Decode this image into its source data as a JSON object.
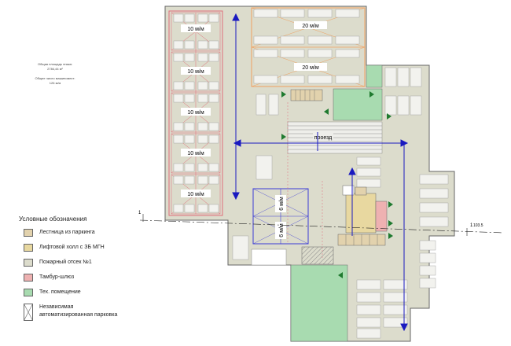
{
  "plan": {
    "zone_labels": {
      "left_1": "10 м/м",
      "left_2": "10 м/м",
      "left_3": "10 м/м",
      "left_4": "10 м/м",
      "left_5": "10 м/м",
      "top_right_1": "20 м/м",
      "top_right_2": "20 м/м",
      "blue_1": "6 м/м",
      "blue_2": "6 м/м",
      "passage": "проезд"
    },
    "section_left": "1",
    "section_right": "1",
    "mark_right": "103.5",
    "notes": {
      "area_label": "Общая площадь этажа:",
      "area_value": "2784,44 м²",
      "count_label": "Общее число машиномест:",
      "count_value": "126 м/м"
    },
    "colors": {
      "stair": "#e2d2ad",
      "lift_hall": "#e8d8a0",
      "fire_zone": "#dcdccc",
      "airlock": "#eeb1b1",
      "tech": "#a8dbb0",
      "zone_red": "#e06b7a",
      "zone_orange": "#f0a060",
      "zone_blue": "#3d3dd6"
    }
  },
  "legend": {
    "title": "Условные обозначения",
    "items": [
      {
        "label": "Лестница из паркинга",
        "color": "#e2d2ad"
      },
      {
        "label": "Лифтовой холл с ЗБ МГН",
        "color": "#e8d8a0"
      },
      {
        "label": "Пожарный отсек №1",
        "color": "#dcdccc"
      },
      {
        "label": "Тамбур-шлюз",
        "color": "#eeb1b1"
      },
      {
        "label": "Тех. помещение",
        "color": "#a8dbb0"
      }
    ],
    "auto_parking": "Независимая автоматизированная парковка"
  }
}
